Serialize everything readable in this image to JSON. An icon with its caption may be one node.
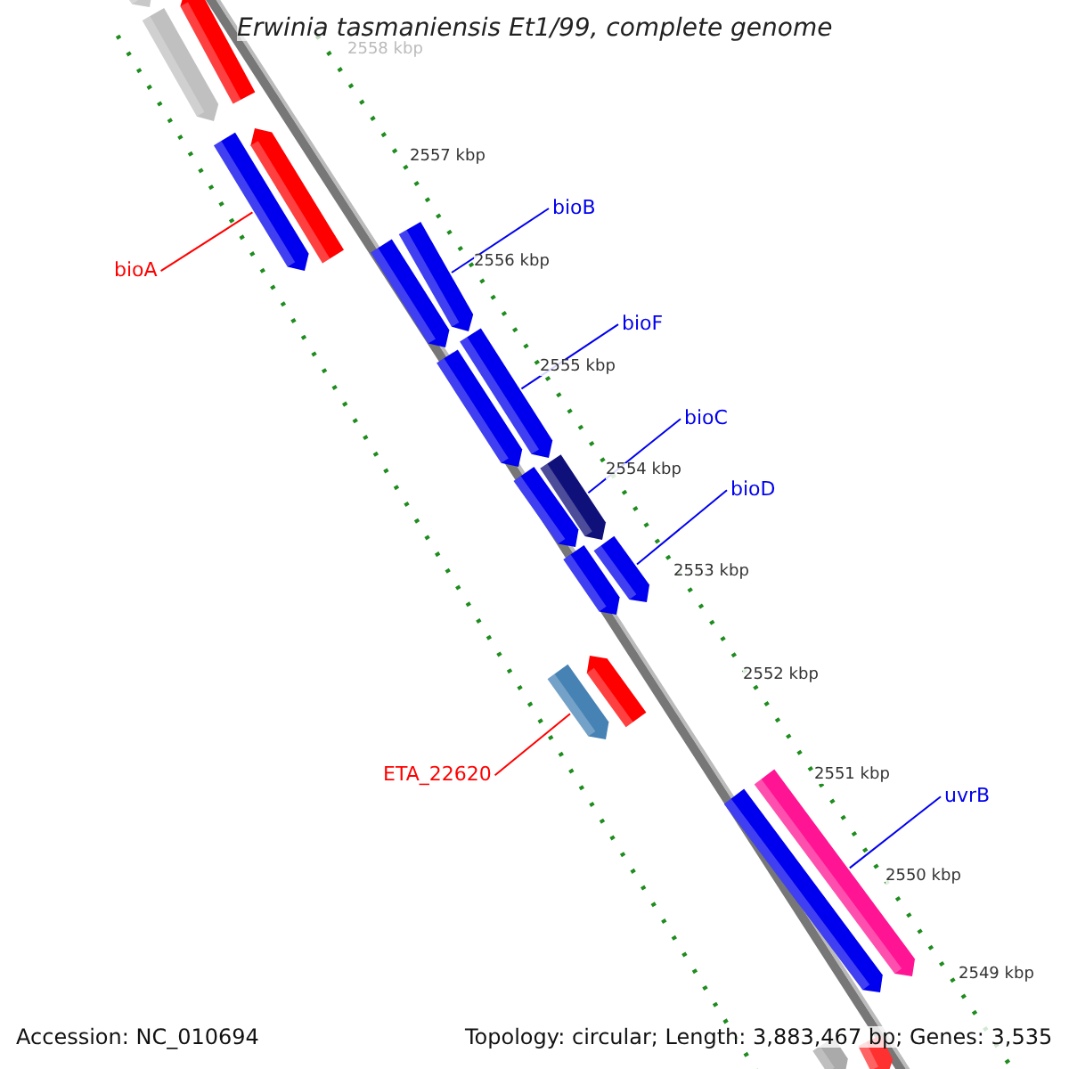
{
  "diagram": {
    "title": "Erwinia tasmaniensis Et1/99, complete genome",
    "nodes": [
      {
        "text": [
          "bioA"
        ]
      },
      {
        "text": [
          "bioB"
        ]
      },
      {
        "text": [
          "bioF"
        ]
      },
      {
        "text": [
          "bioC"
        ]
      },
      {
        "text": [
          "bioD"
        ]
      },
      {
        "text": [
          "ETA_22620"
        ]
      },
      {
        "text": [
          "uvrB"
        ]
      },
      {
        "text": [],
        "shape": "bar"
      },
      {
        "text": [],
        "shape": "bar"
      },
      {
        "text": [],
        "shape": "bar"
      },
      {
        "text": [],
        "shape": "bar"
      },
      {
        "text": [],
        "shape": "bar"
      },
      {
        "text": [],
        "shape": "bar"
      },
      {
        "text": [],
        "shape": "bar"
      }
    ],
    "edges": [
      {
        "from": 0,
        "to": 7,
        "arrow": "none",
        "color": "#ff0000"
      },
      {
        "from": 1,
        "to": 8,
        "arrow": "none"
      },
      {
        "from": 2,
        "to": 9,
        "arrow": "none"
      },
      {
        "from": 3,
        "to": 10,
        "arrow": "none"
      },
      {
        "from": 4,
        "to": 11,
        "arrow": "none"
      },
      {
        "from": 5,
        "to": 12,
        "arrow": "none",
        "color": "#ff0000"
      },
      {
        "from": 6,
        "to": 13,
        "arrow": "none"
      }
    ],
    "labels": [
      "2558 kbp",
      "2557 kbp",
      "2556 kbp",
      "2555 kbp",
      "2554 kbp",
      "2553 kbp",
      "2552 kbp",
      "2551 kbp",
      "2550 kbp",
      "2549 kbp",
      "Accession: NC_010694",
      "Topology: circular; Length: 3,883,467 bp; Genes: 3,535"
    ]
  }
}
